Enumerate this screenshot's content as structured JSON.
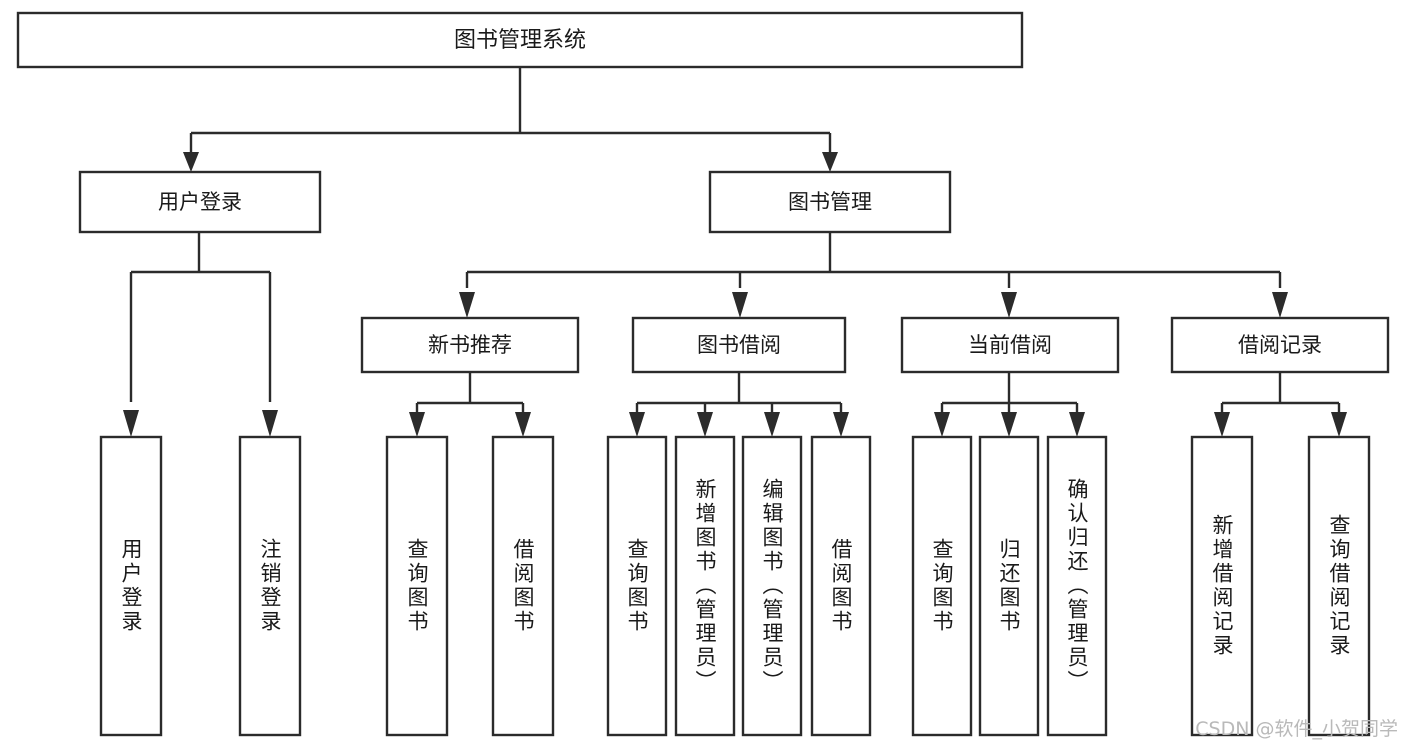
{
  "diagram": {
    "type": "tree",
    "orientation": "top-down",
    "root": {
      "label": "图书管理系统"
    },
    "level2": [
      {
        "label": "用户登录"
      },
      {
        "label": "图书管理"
      }
    ],
    "level3": [
      {
        "label": "新书推荐",
        "parent": "图书管理"
      },
      {
        "label": "图书借阅",
        "parent": "图书管理"
      },
      {
        "label": "当前借阅",
        "parent": "图书管理"
      },
      {
        "label": "借阅记录",
        "parent": "图书管理"
      }
    ],
    "leaves": {
      "user_login": [
        {
          "label": "用户登录"
        },
        {
          "label": "注销登录"
        }
      ],
      "new_book_recommend": [
        {
          "label": "查询图书"
        },
        {
          "label": "借阅图书"
        }
      ],
      "book_borrow": [
        {
          "label": "查询图书"
        },
        {
          "label": "新增图书（管理员）"
        },
        {
          "label": "编辑图书（管理员）"
        },
        {
          "label": "借阅图书"
        }
      ],
      "current_borrow": [
        {
          "label": "查询图书"
        },
        {
          "label": "归还图书"
        },
        {
          "label": "确认归还（管理员）"
        }
      ],
      "borrow_record": [
        {
          "label": "新增借阅记录"
        },
        {
          "label": "查询借阅记录"
        }
      ]
    },
    "colors": {
      "stroke": "#2b2b2b",
      "fill": "#ffffff",
      "text": "#1a1a1a",
      "watermark": "#b9b9b9",
      "background": "#ffffff"
    }
  },
  "watermark": {
    "text": "CSDN @软件_小贺同学"
  }
}
